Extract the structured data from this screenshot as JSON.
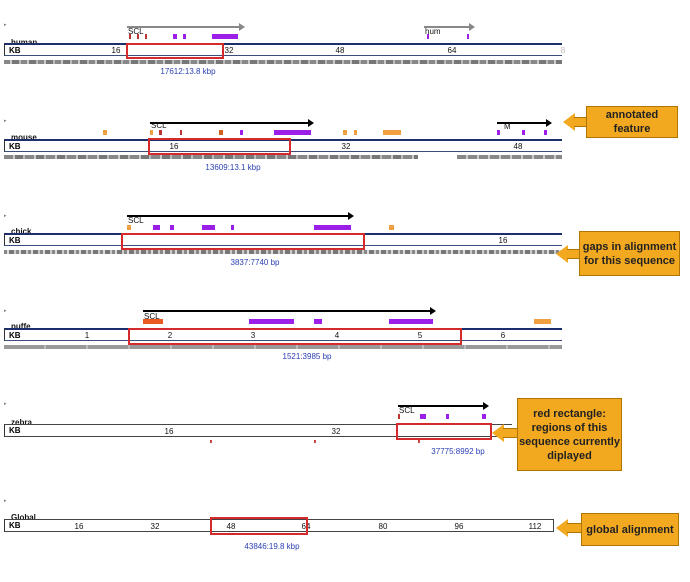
{
  "tracks": [
    {
      "id": "human",
      "species": "human",
      "units": "KB",
      "ticks": [
        "16",
        "32",
        "48",
        "64",
        "8"
      ],
      "coord": "17612:13.8 kbp",
      "gene": "SCL",
      "gene2": "hum"
    },
    {
      "id": "mouse",
      "species": "mouse",
      "units": "KB",
      "ticks": [
        "16",
        "32",
        "48"
      ],
      "coord": "13609:13.1 kbp",
      "gene": "SCL",
      "gene2": "M"
    },
    {
      "id": "chick",
      "species": "chick",
      "units": "KB",
      "ticks": [
        "16"
      ],
      "coord": "3837:7740 bp",
      "gene": "SCL"
    },
    {
      "id": "puffe",
      "species": "puffe",
      "units": "KB",
      "ticks": [
        "1",
        "2",
        "3",
        "4",
        "5",
        "6"
      ],
      "coord": "1521:3985 bp",
      "gene": "SCL"
    },
    {
      "id": "zebra",
      "species": "zebra",
      "units": "KB",
      "ticks": [
        "16",
        "32"
      ],
      "coord": "37775:8992 bp",
      "gene": "SCL"
    },
    {
      "id": "global",
      "species": "Global",
      "units": "KB",
      "ticks": [
        "16",
        "32",
        "48",
        "64",
        "80",
        "96",
        "112"
      ],
      "coord": "43846:19.8 kbp"
    }
  ],
  "callouts": {
    "annotated": "annotated feature",
    "gaps": "gaps in alignment for this sequence",
    "red": "red rectangle: regions of this sequence currently diplayed",
    "global": "global alignment"
  },
  "colors": {
    "red_rect": "#d62a2a",
    "coord_text": "#2a3fb3",
    "feature_purple": "#9b1fe8",
    "feature_orange": "#f0a040",
    "callout_fill": "#f2a81f",
    "ruler_border": "#1a2f6b"
  }
}
